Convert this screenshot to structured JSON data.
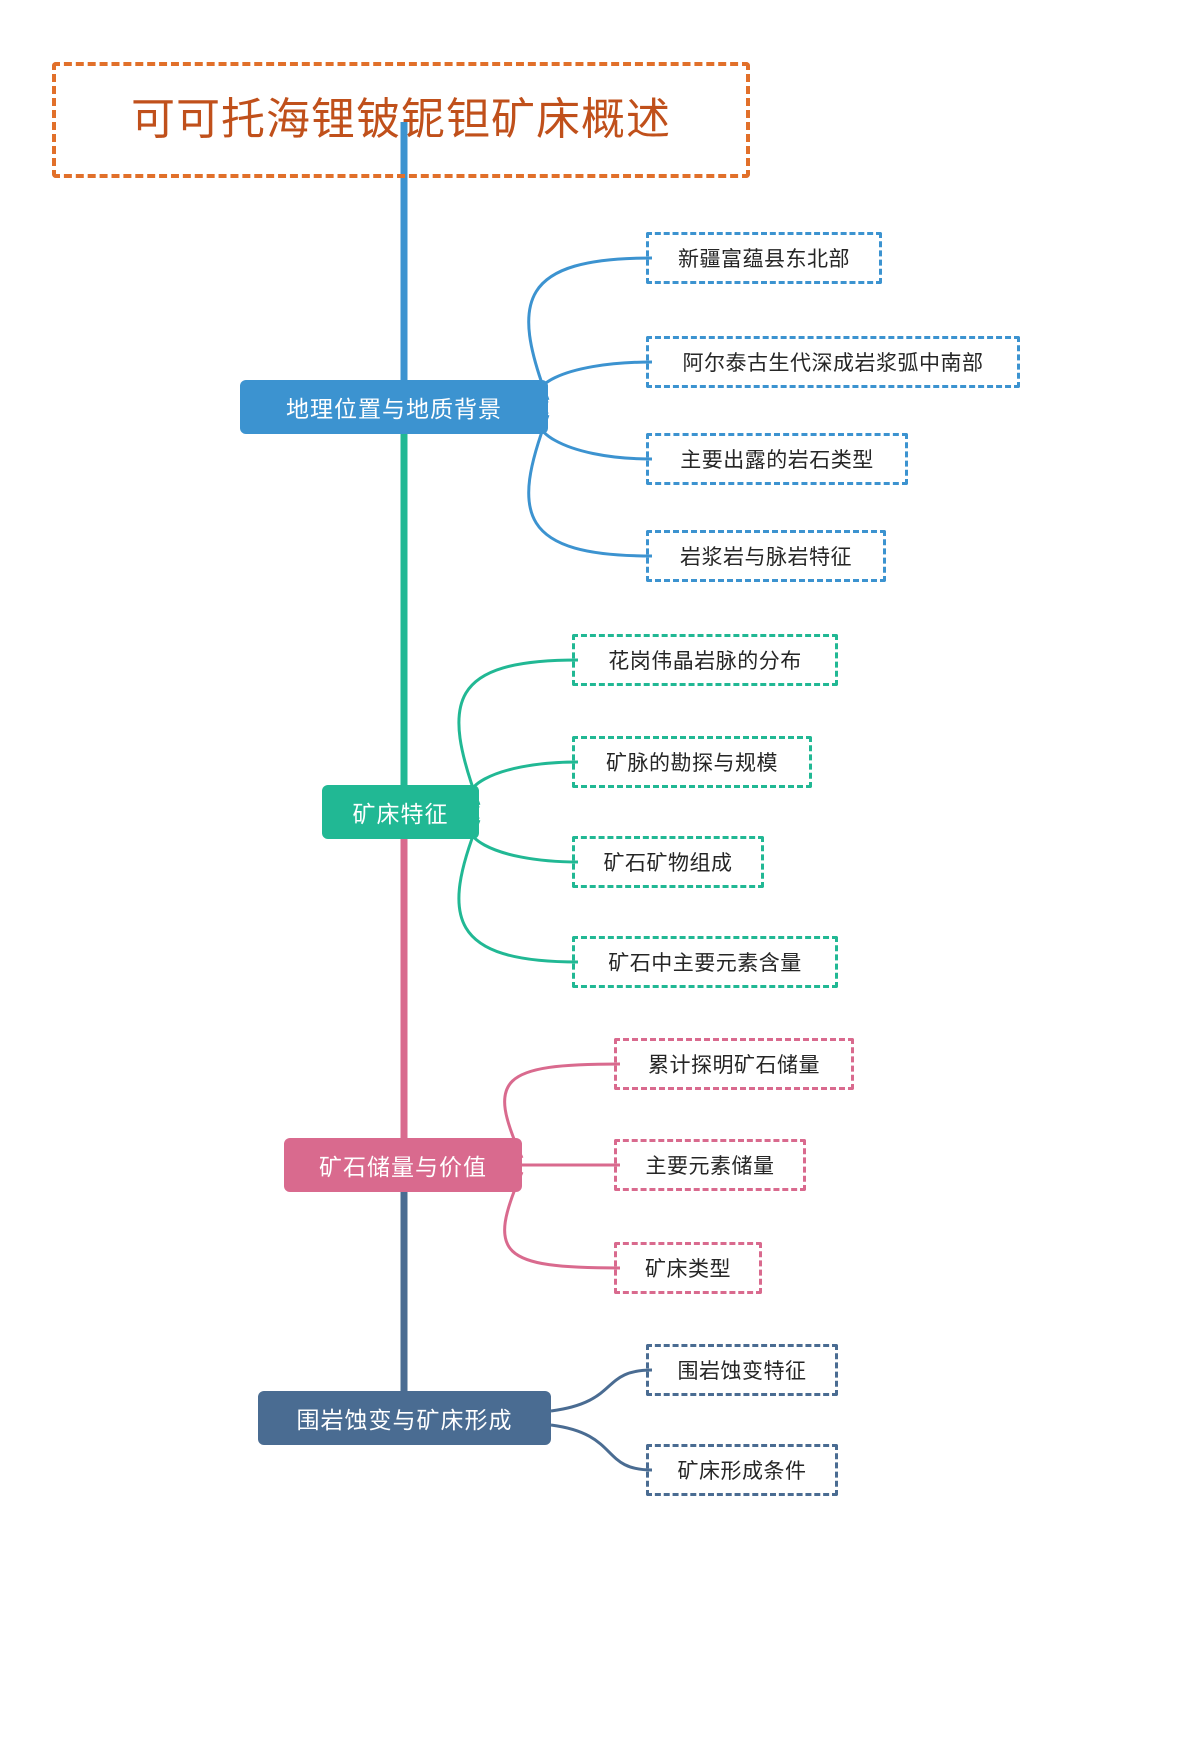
{
  "diagram": {
    "type": "mindmap",
    "orientation": "left-spine-right-children",
    "root": {
      "label": "可可托海锂铍铌钽矿床概述",
      "text_color": "#C0501B",
      "border_color": "#E1702A",
      "border_style": "dashed"
    },
    "branches": [
      {
        "label": "地理位置与地质背景",
        "color": "#3C93D0",
        "children": [
          {
            "label": "新疆富蕴县东北部"
          },
          {
            "label": "阿尔泰古生代深成岩浆弧中南部"
          },
          {
            "label": "主要出露的岩石类型"
          },
          {
            "label": "岩浆岩与脉岩特征"
          }
        ]
      },
      {
        "label": "矿床特征",
        "color": "#21B894",
        "children": [
          {
            "label": "花岗伟晶岩脉的分布"
          },
          {
            "label": "矿脉的勘探与规模"
          },
          {
            "label": "矿石矿物组成"
          },
          {
            "label": "矿石中主要元素含量"
          }
        ]
      },
      {
        "label": "矿石储量与价值",
        "color": "#D96A8E",
        "children": [
          {
            "label": "累计探明矿石储量"
          },
          {
            "label": "主要元素储量"
          },
          {
            "label": "矿床类型"
          }
        ]
      },
      {
        "label": "围岩蚀变与矿床形成",
        "color": "#4A6C92",
        "children": [
          {
            "label": "围岩蚀变特征"
          },
          {
            "label": "矿床形成条件"
          }
        ]
      }
    ]
  }
}
